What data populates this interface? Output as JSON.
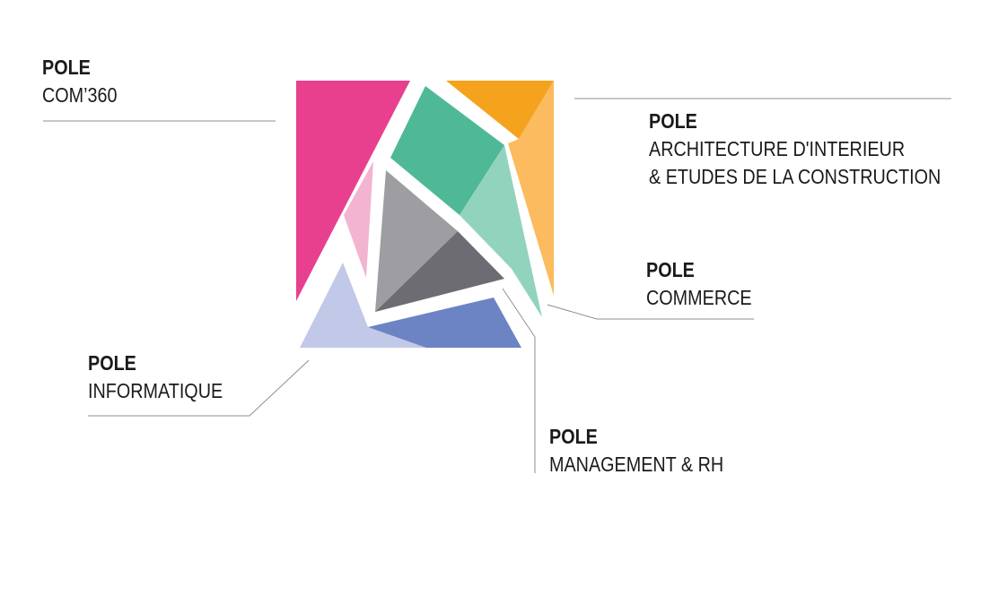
{
  "colors": {
    "com360_main": "#e8408f",
    "com360_light": "#f2b4d0",
    "archi_main": "#f5a21d",
    "archi_light": "#fbbb5e",
    "commerce_main": "#4fb897",
    "commerce_light": "#92d3bd",
    "management_light": "#9e9ea2",
    "management_dark": "#6d6c73",
    "info_light": "#c2c8e7",
    "info_main": "#6c84c3",
    "connector": "#8f8f8f"
  },
  "labels": {
    "com360": {
      "title": "POLE",
      "lines": [
        "COM’360"
      ]
    },
    "architecture": {
      "title": "POLE",
      "lines": [
        "ARCHITECTURE D'INTERIEUR",
        "& ETUDES DE LA CONSTRUCTION"
      ]
    },
    "commerce": {
      "title": "POLE",
      "lines": [
        "COMMERCE"
      ]
    },
    "informatique": {
      "title": "POLE",
      "lines": [
        "INFORMATIQUE"
      ]
    },
    "management": {
      "title": "POLE",
      "lines": [
        "MANAGEMENT & RH"
      ]
    }
  }
}
